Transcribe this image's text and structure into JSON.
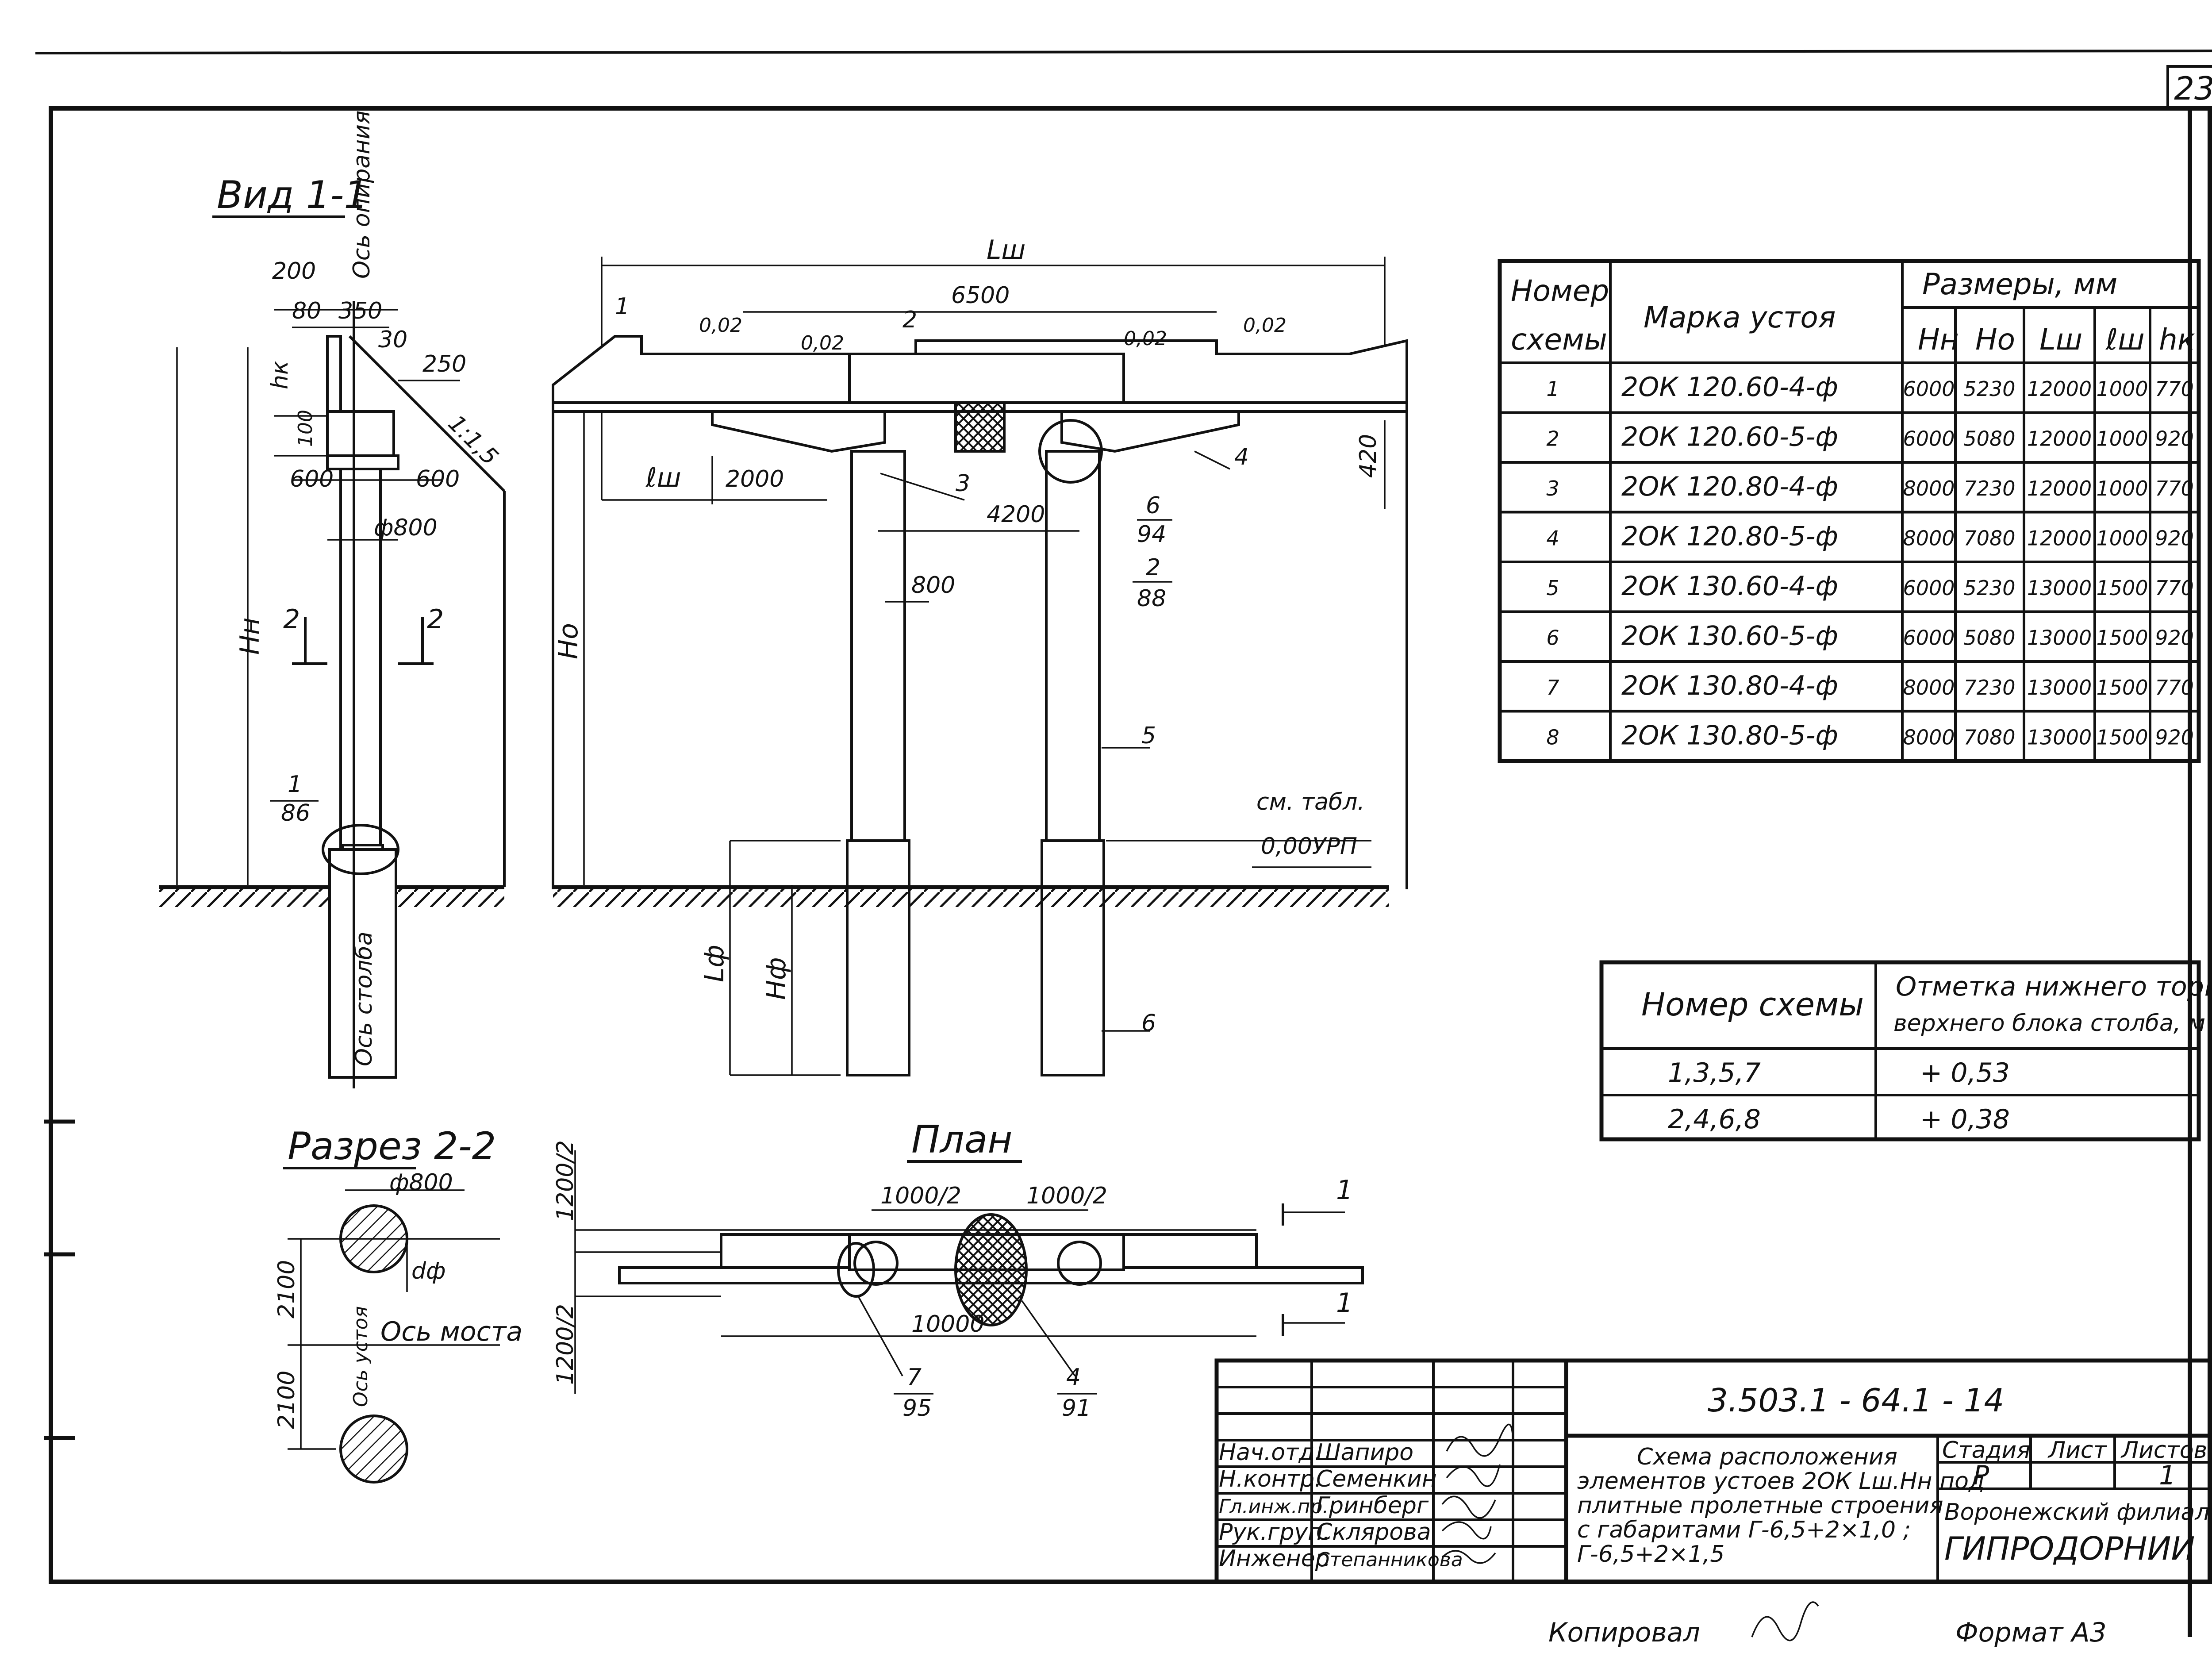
{
  "sheet": {
    "sheet_number": "23",
    "copied_by_label": "Копировал",
    "format_label": "Формат А3"
  },
  "views": {
    "view_title": "Вид 1-1",
    "view_axis_label": "Ось опирания",
    "view_dims": [
      "200",
      "80",
      "350",
      "30",
      "250",
      "1:1,5",
      "100",
      "600",
      "600",
      "ф800",
      "2",
      "2"
    ],
    "hk": "hк",
    "hn": "Нн",
    "node_top": "1",
    "node_bottom": "86",
    "post_axis": "Ось столба",
    "elevation": {
      "lsh_label": "Lш",
      "d6500": "6500",
      "slope": "0,02",
      "parts": [
        "1",
        "2",
        "3",
        "4",
        "5",
        "6"
      ],
      "lsh_small": "ℓш",
      "d2000": "2000",
      "d4200": "4200",
      "d800": "800",
      "d420": "420",
      "ho": "Но",
      "lf": "Lф",
      "hf": "Нф",
      "note_table": "см. табл.",
      "zero_mark": "0,00УРП",
      "call_top": "6",
      "call_bot": "94",
      "call2_top": "2",
      "call2_bot": "88"
    },
    "section_title": "Разрез 2-2",
    "section_dims": [
      "ф800",
      "dф",
      "2100",
      "2100"
    ],
    "section_axis_bridge": "Ось моста",
    "section_axis_abutment": "Ось устоя",
    "plan_title": "План",
    "plan_dims": [
      "1000/2",
      "1000/2",
      "1200/2",
      "1200/2",
      "10000",
      "1",
      "1"
    ],
    "plan_call1_top": "7",
    "plan_call1_bot": "95",
    "plan_call2_top": "4",
    "plan_call2_bot": "91"
  },
  "table1": {
    "headers": {
      "scheme": [
        "Номер",
        "схемы"
      ],
      "mark": "Марка устоя",
      "dims": "Размеры, мм",
      "cols": [
        "Нн",
        "Но",
        "Lш",
        "ℓш",
        "hк"
      ]
    },
    "rows": [
      {
        "n": "1",
        "mark": "2ОК 120.60-4-ф",
        "hn": "6000",
        "ho": "5230",
        "lsh": "12000",
        "ls": "1000",
        "hk": "770"
      },
      {
        "n": "2",
        "mark": "2ОК 120.60-5-ф",
        "hn": "6000",
        "ho": "5080",
        "lsh": "12000",
        "ls": "1000",
        "hk": "920"
      },
      {
        "n": "3",
        "mark": "2ОК 120.80-4-ф",
        "hn": "8000",
        "ho": "7230",
        "lsh": "12000",
        "ls": "1000",
        "hk": "770"
      },
      {
        "n": "4",
        "mark": "2ОК 120.80-5-ф",
        "hn": "8000",
        "ho": "7080",
        "lsh": "12000",
        "ls": "1000",
        "hk": "920"
      },
      {
        "n": "5",
        "mark": "2ОК 130.60-4-ф",
        "hn": "6000",
        "ho": "5230",
        "lsh": "13000",
        "ls": "1500",
        "hk": "770"
      },
      {
        "n": "6",
        "mark": "2ОК 130.60-5-ф",
        "hn": "6000",
        "ho": "5080",
        "lsh": "13000",
        "ls": "1500",
        "hk": "920"
      },
      {
        "n": "7",
        "mark": "2ОК 130.80-4-ф",
        "hn": "8000",
        "ho": "7230",
        "lsh": "13000",
        "ls": "1500",
        "hk": "770"
      },
      {
        "n": "8",
        "mark": "2ОК 130.80-5-ф",
        "hn": "8000",
        "ho": "7080",
        "lsh": "13000",
        "ls": "1500",
        "hk": "920"
      }
    ]
  },
  "table2": {
    "header_scheme": "Номер схемы",
    "header_mark_1": "Отметка нижнего торца",
    "header_mark_2": "верхнего блока столба, м",
    "rows": [
      {
        "schemes": "1,3,5,7",
        "value": "+ 0,53"
      },
      {
        "schemes": "2,4,6,8",
        "value": "+ 0,38"
      }
    ]
  },
  "title_block": {
    "doc_code": "3.503.1 - 64.1 - 14",
    "staff": [
      {
        "role": "Нач.отд.",
        "name": "Шапиро"
      },
      {
        "role": "Н.контр.",
        "name": "Семенкин"
      },
      {
        "role": "Гл.инж.пр.",
        "name": "Гринберг"
      },
      {
        "role": "Рук.груп.",
        "name": "Склярова"
      },
      {
        "role": "Инженер",
        "name": "Степанникова"
      }
    ],
    "desc": [
      "Схема расположения",
      "элементов устоев 2ОК Lш.Нн под",
      "плитные пролетные строения",
      "с габаритами Г-6,5+2×1,0 ;",
      "Г-6,5+2×1,5"
    ],
    "stage_label": "Стадия",
    "sheet_label": "Лист",
    "sheets_label": "Листов",
    "stage": "Р",
    "sheet": "",
    "sheets": "1",
    "org_1": "Воронежский филиал",
    "org_2": "ГИПРОДОРНИИ"
  }
}
